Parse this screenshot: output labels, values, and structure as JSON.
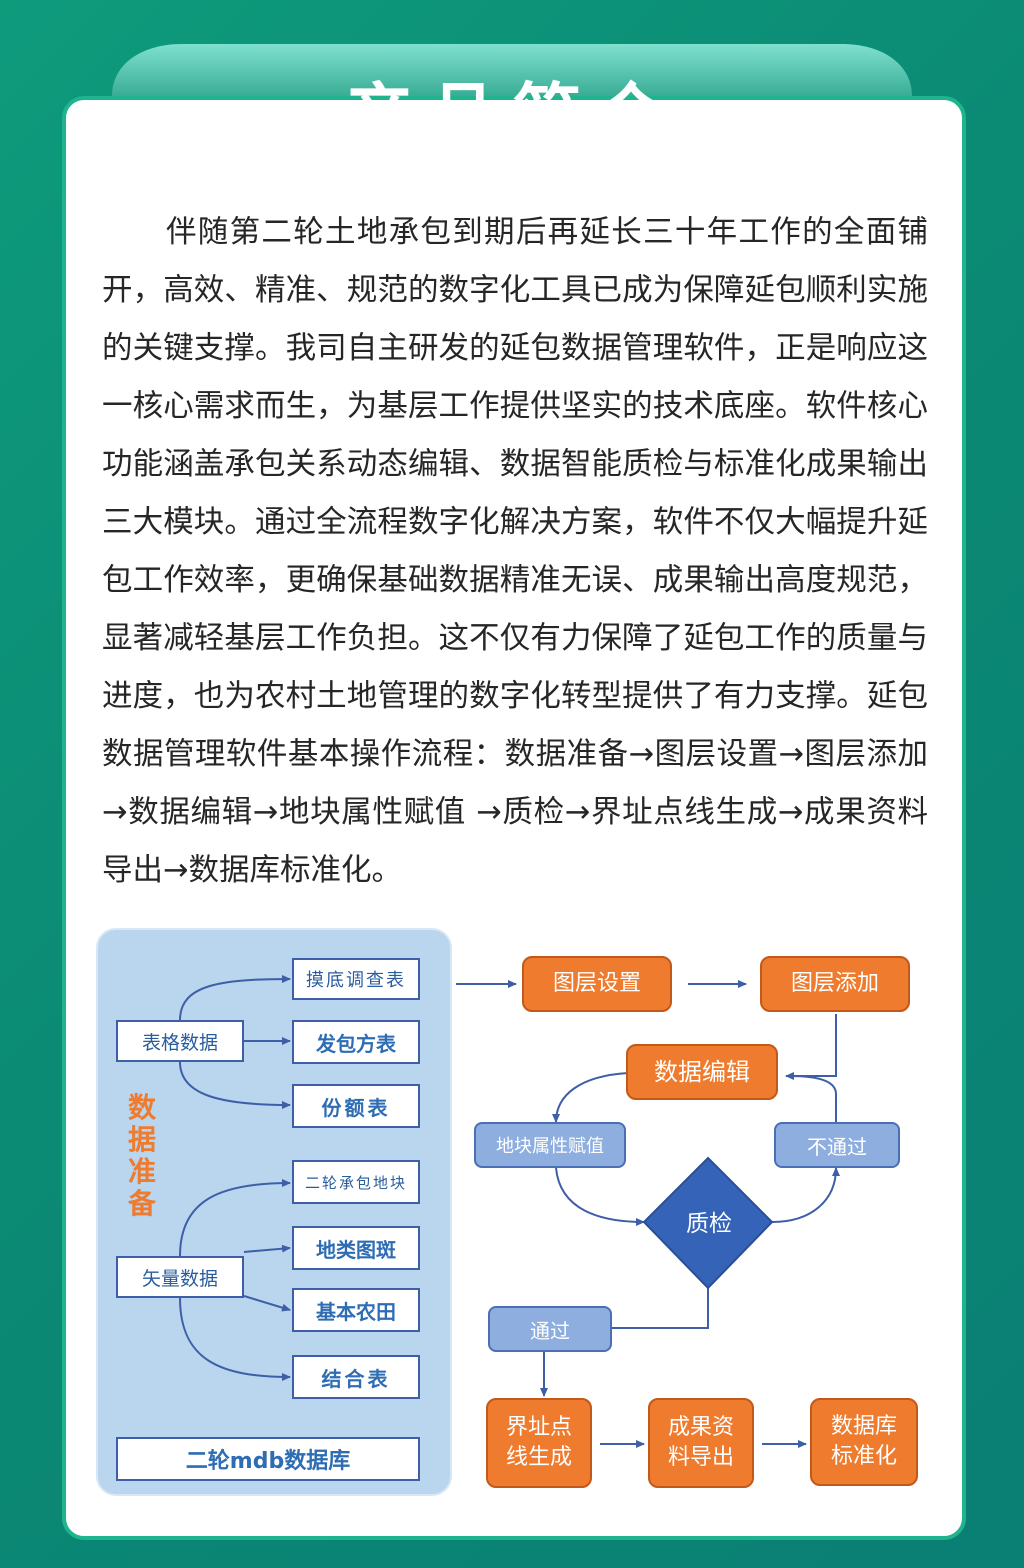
{
  "header": {
    "title": "产品简介"
  },
  "intro": {
    "paragraph": "伴随第二轮土地承包到期后再延长三十年工作的全面铺开，高效、精准、规范的数字化工具已成为保障延包顺利实施的关键支撑。我司自主研发的延包数据管理软件，正是响应这一核心需求而生，为基层工作提供坚实的技术底座。软件核心功能涵盖承包关系动态编辑、数据智能质检与标准化成果输出三大模块。通过全流程数字化解决方案，软件不仅大幅提升延包工作效率，更确保基础数据精准无误、成果输出高度规范，显著减轻基层工作负担。这不仅有力保障了延包工作的质量与进度，也为农村土地管理的数字化转型提供了有力支撑。延包数据管理软件基本操作流程：数据准备→图层设置→图层添加→数据编辑→地块属性赋值 →质检→界址点线生成→成果资料导出→数据库标准化。"
  },
  "data_prep": {
    "label": "数据准备",
    "table_data": {
      "label": "表格数据",
      "items": [
        "摸底调查表",
        "发包方表",
        "份额表"
      ]
    },
    "vector_data": {
      "label": "矢量数据",
      "items": [
        "二轮承包地块",
        "地类图斑",
        "基本农田",
        "结合表"
      ]
    },
    "database": "二轮mdb数据库"
  },
  "flow": {
    "layer_setup": "图层设置",
    "layer_add": "图层添加",
    "data_edit": "数据编辑",
    "parcel_attr": "地块属性赋值",
    "fail": "不通过",
    "qc": "质检",
    "pass": "通过",
    "boundary": "界址点线生成",
    "export": "成果资料导出",
    "standardize": "数据库标准化"
  },
  "colors": {
    "background": "#0e9b7c",
    "orange": "#ee7b2e",
    "blue_box": "#8daedf",
    "diamond": "#3563b8",
    "panel": "#bad5ee"
  }
}
